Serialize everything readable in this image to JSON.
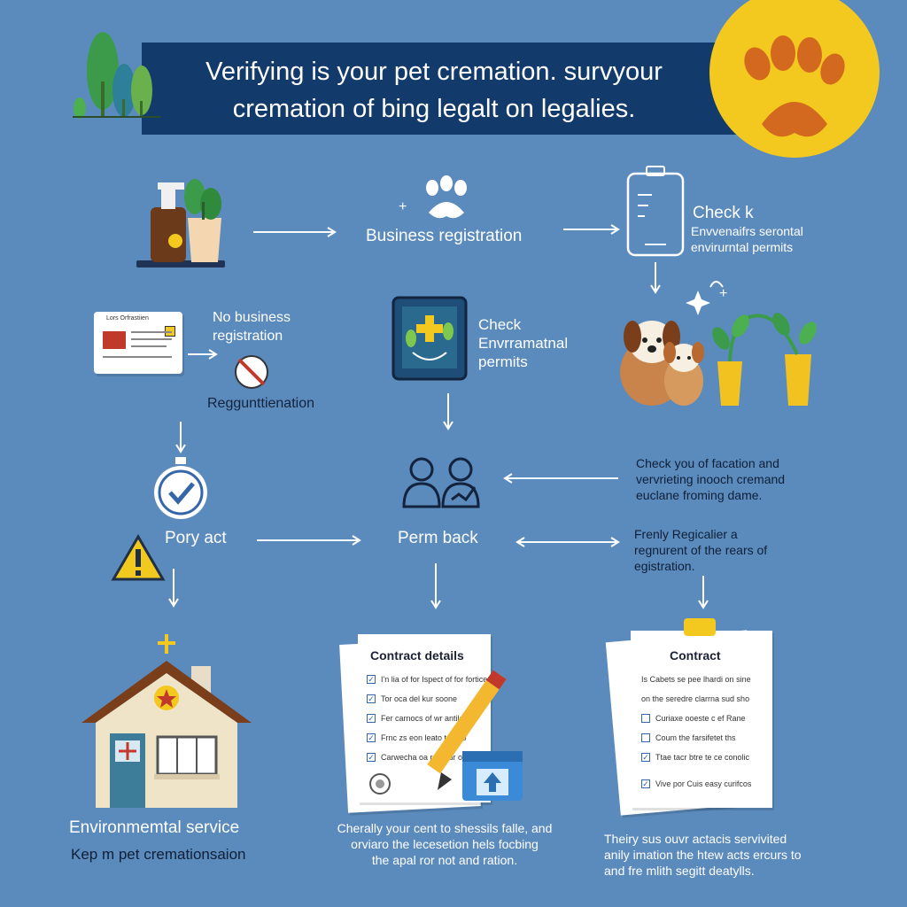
{
  "title_lines": [
    "Verifying is your pet cremation. survyour",
    "cremation of bing legalt on legalies."
  ],
  "steps": {
    "business_registration": "Business registration",
    "check_env_header": "Check k",
    "check_env_body": [
      "Envvenaifrs serontal",
      "envirurntal permits"
    ],
    "no_business": [
      "No business",
      "registration"
    ],
    "card_title": "Lors Orfrastiien",
    "regguntienation": "Reggunttienation",
    "check_permits": [
      "Check",
      "Envrramatnal",
      "permits"
    ],
    "check_facation": [
      "Check you of facation and",
      "vervrieting inooch cremand",
      "euclane froming dame."
    ],
    "pory_act": "Pory act",
    "perm_back": "Perm back",
    "frenly": [
      "Frenly Regicalier a",
      "regnurent of the rears of",
      "egistration."
    ],
    "contract_details": "Contract details",
    "contract": "Contract",
    "environmental_service": "Environmemtal service",
    "kep_pet": "Kep m pet cremationsaion",
    "bottom_middle": [
      "Cherally your cent to shessils falle, and",
      "orviaro the lecesetion hels focbing",
      "the apal ror not and ration."
    ],
    "bottom_right": [
      "Theiry sus ouvr actacis servivited",
      "anily imation the htew acts ercurs to",
      "and fre mlith segitt deatylls."
    ]
  },
  "contract_details_items": [
    "I'n lia of for Ispect of for fortice",
    "Tor oca del kur soone",
    "Fer carnocs of wr antile",
    "Frnc zs eon leato tr etco",
    "Carwecha oa rory rur oocb"
  ],
  "contract_items": [
    "Is Cabets se pee lhardi on sine",
    "on the seredre clarrna sud sho",
    "Curiaxe ooeste c ef Rane",
    "Coum the farsifetet ths",
    "Ttae tacr btre te ce conolic",
    "Vive por Cuis easy curifcos"
  ],
  "colors": {
    "background": "#5b8bbd",
    "banner": "#123a6b",
    "sun": "#f3c81f",
    "paw": "#d2691e",
    "accent_blue": "#3566a8"
  }
}
